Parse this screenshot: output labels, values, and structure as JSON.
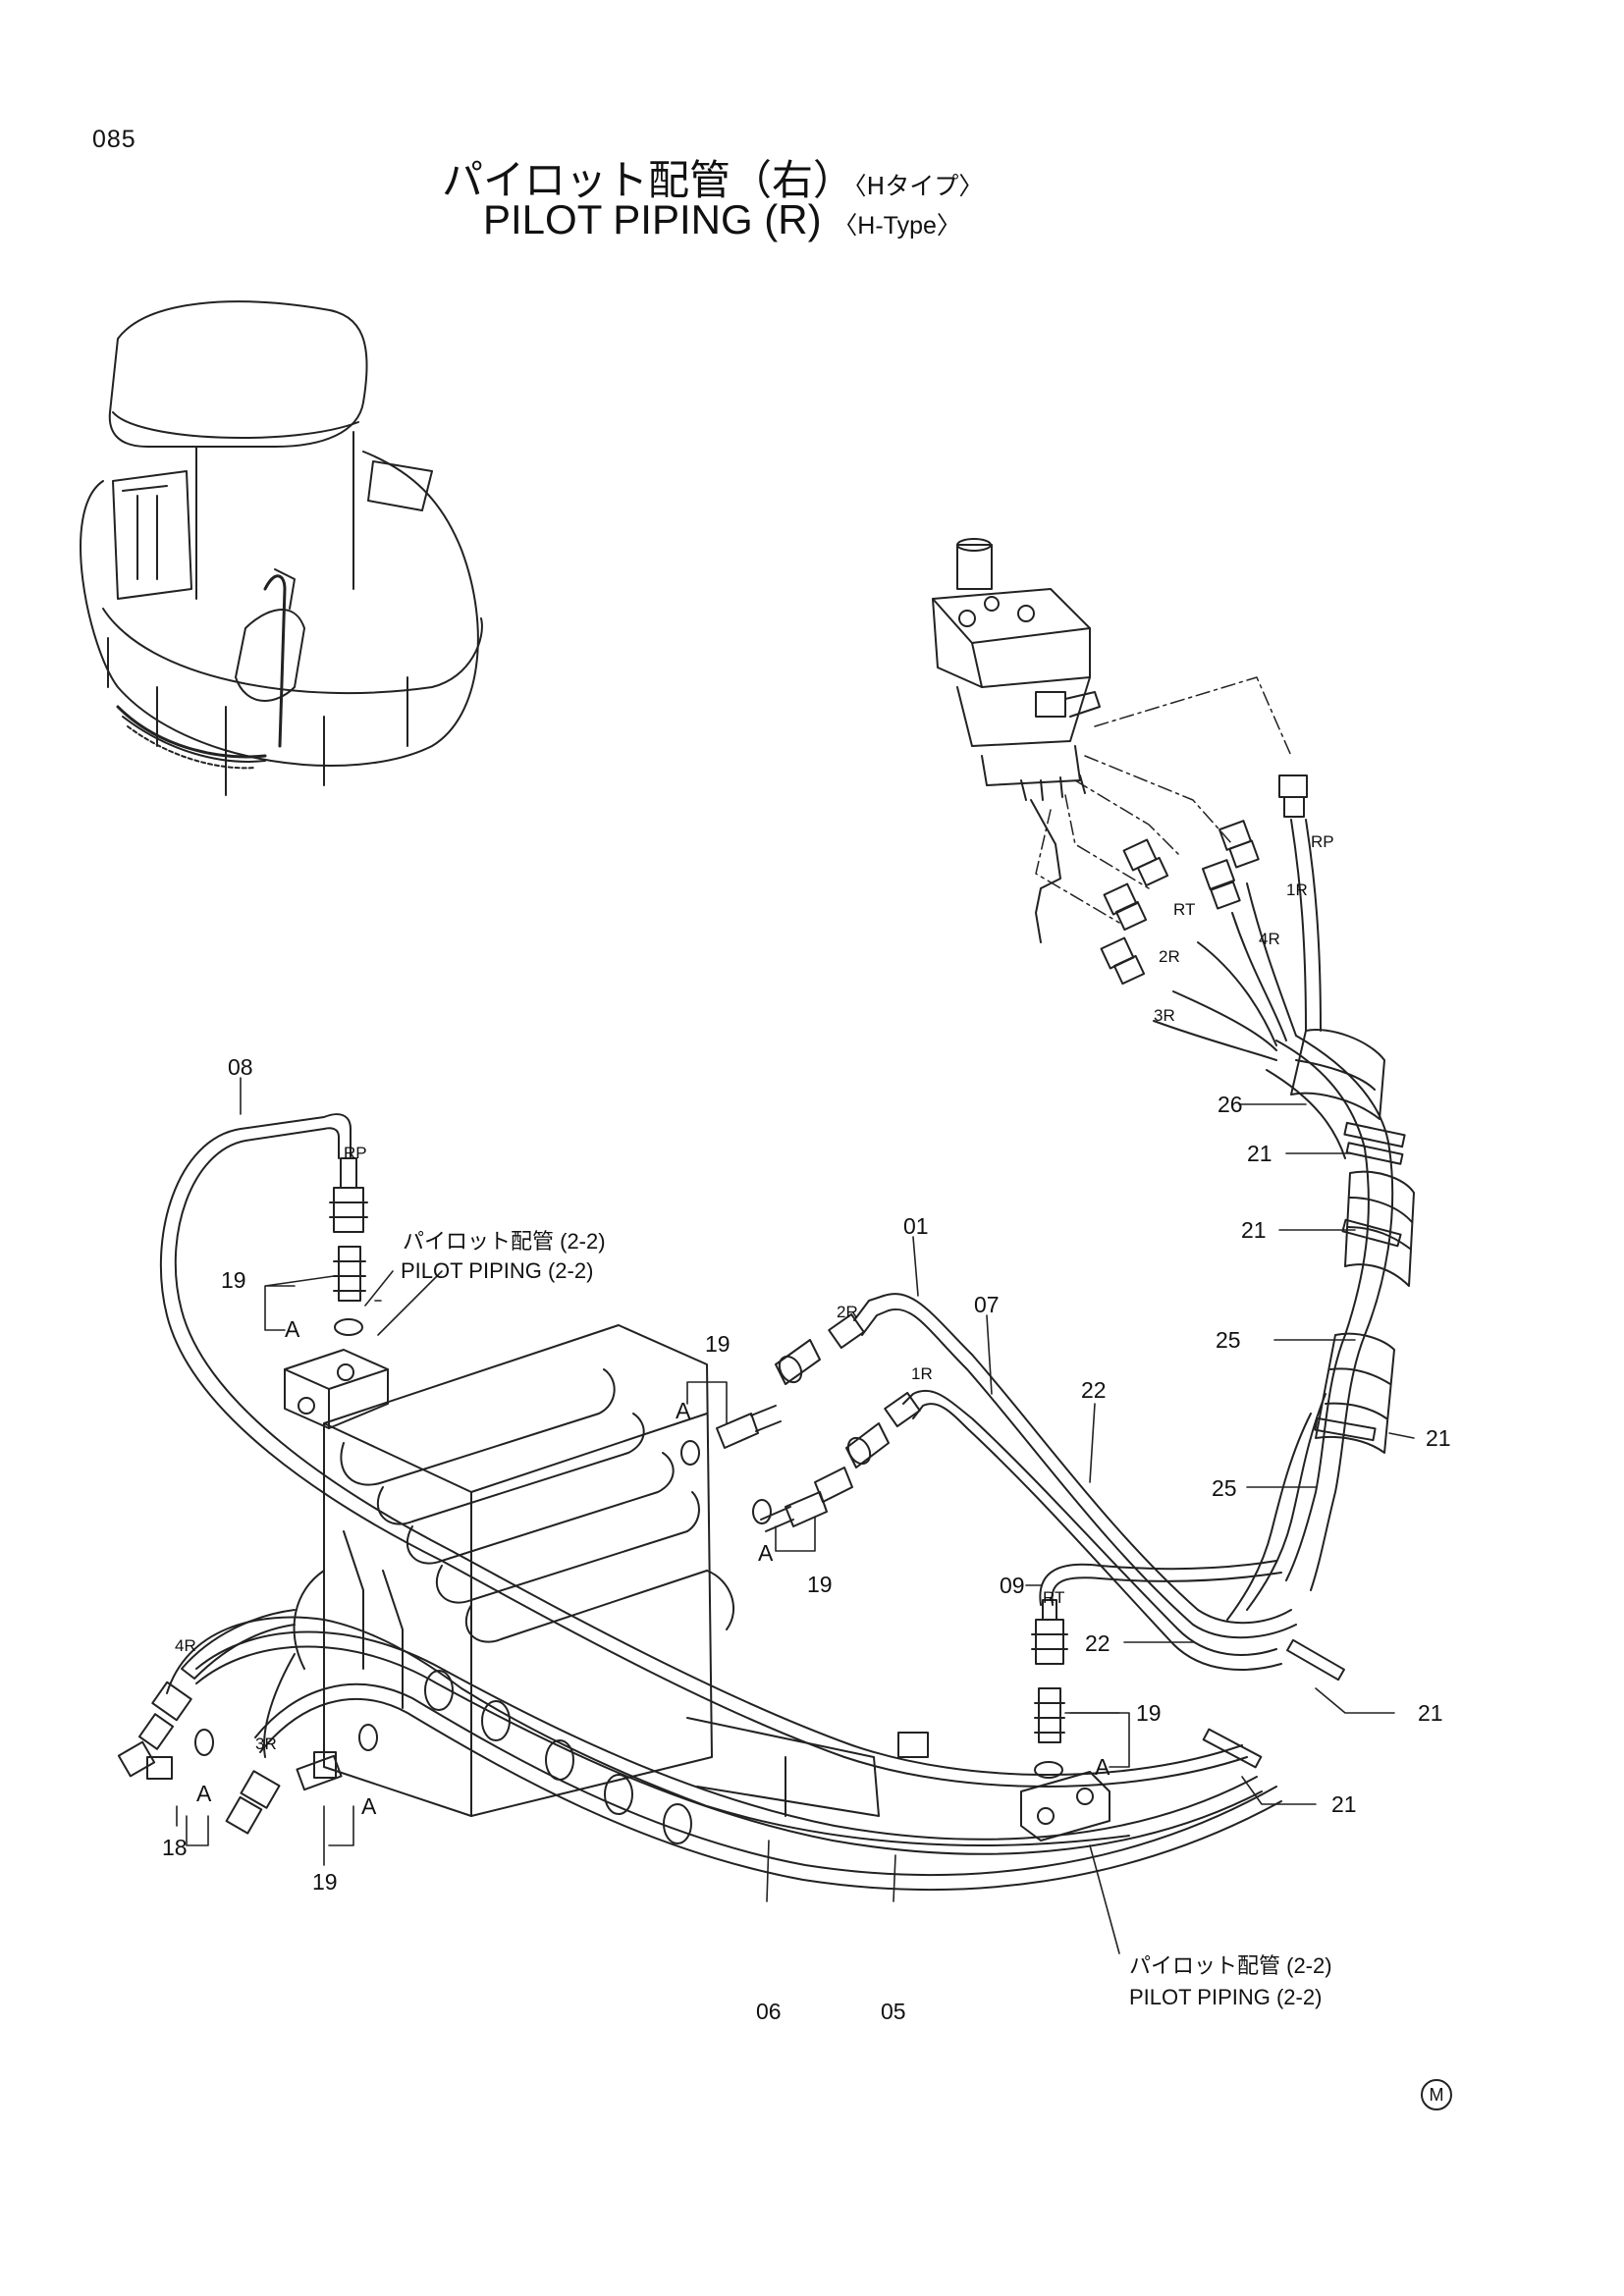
{
  "page_number": "085",
  "title": {
    "ja_main": "パイロット配管（右）",
    "ja_sub": "〈Hタイプ〉",
    "en_main": "PILOT PIPING (R)",
    "en_sub": "〈H-Type〉"
  },
  "callouts": {
    "p01": "01",
    "p05": "05",
    "p06": "06",
    "p07": "07",
    "p08": "08",
    "p09": "09",
    "p18": "18",
    "p19a": "19",
    "p19b": "19",
    "p19c": "19",
    "p19d": "19",
    "p19e": "19",
    "p21a": "21",
    "p21b": "21",
    "p21c": "21",
    "p21d": "21",
    "p21e": "21",
    "p22a": "22",
    "p22b": "22",
    "p25a": "25",
    "p25b": "25",
    "p26": "26"
  },
  "ports": {
    "rp_top": "RP",
    "r1_top": "1R",
    "r4_top": "4R",
    "rt_top": "RT",
    "r2_top": "2R",
    "r3_top": "3R",
    "rp_left": "RP",
    "r2_mid": "2R",
    "r1_mid": "1R",
    "rt_right": "RT",
    "r4_left": "4R",
    "r3_left": "3R"
  },
  "detail_marks": {
    "a1": "A",
    "a2": "A",
    "a3": "A",
    "a4": "A",
    "a5": "A",
    "a6": "A"
  },
  "notes": {
    "upper_ja": "パイロット配管 (2-2)",
    "upper_en": "PILOT PIPING (2-2)",
    "lower_ja": "パイロット配管 (2-2)",
    "lower_en": "PILOT PIPING (2-2)"
  },
  "maker_mark": "M"
}
